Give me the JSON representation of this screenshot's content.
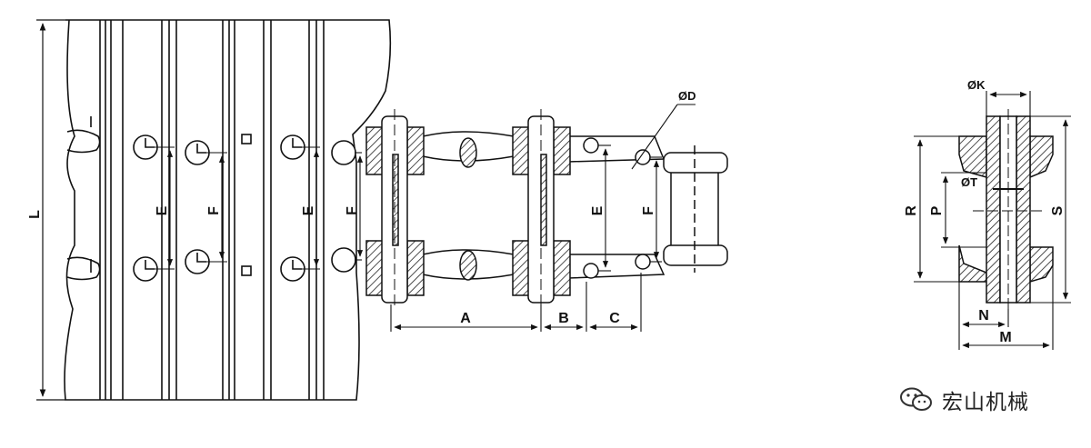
{
  "diagram": {
    "labels": {
      "L": "L",
      "E": "E",
      "F": "F",
      "A": "A",
      "B": "B",
      "C": "C",
      "D": "ØD",
      "K": "ØK",
      "T": "ØT",
      "R": "R",
      "P": "P",
      "S": "S",
      "N": "N",
      "M": "M"
    }
  },
  "watermark": {
    "text": "宏山机械",
    "icon": "wechat-logo-icon"
  }
}
